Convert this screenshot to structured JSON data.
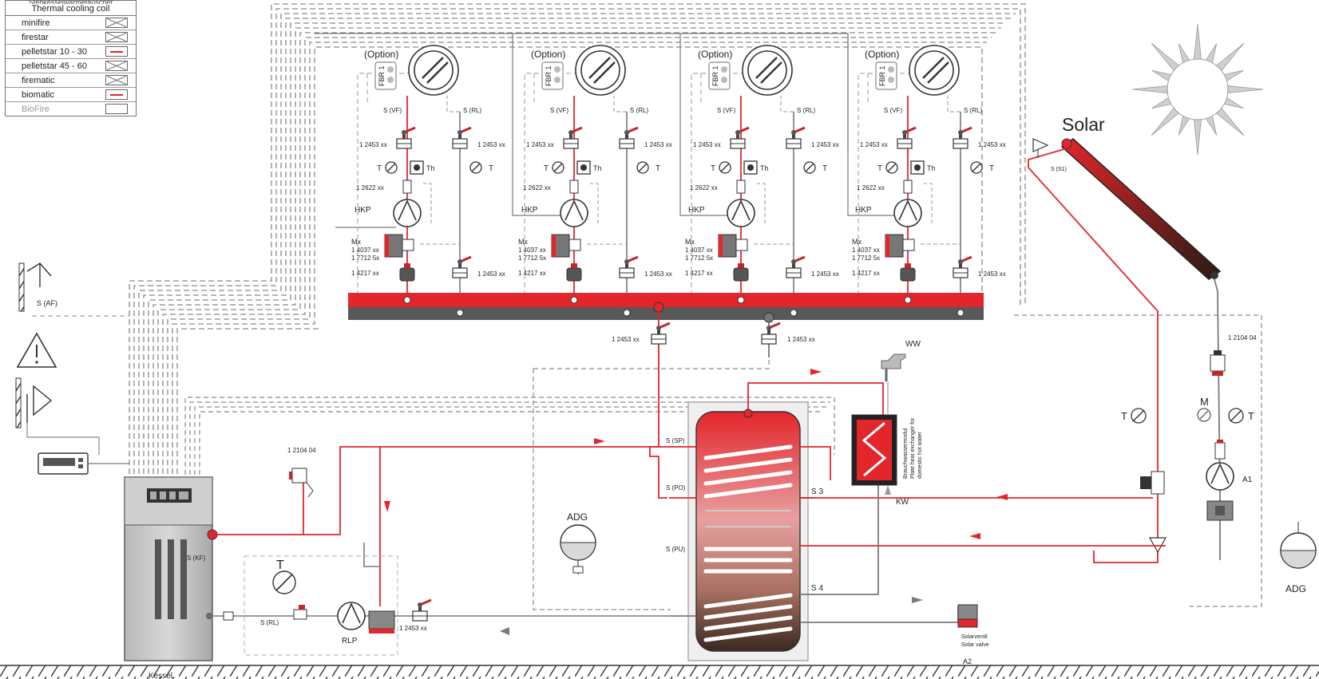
{
  "legend": {
    "header_cut": "Stehkesselwärmetauscher",
    "header": "Thermal cooling coil",
    "rows": [
      {
        "name": "minifire",
        "mark": "cross"
      },
      {
        "name": "firestar",
        "mark": "cross"
      },
      {
        "name": "pelletstar 10 - 30",
        "mark": "red-line"
      },
      {
        "name": "pelletstar 45 - 60",
        "mark": "cross"
      },
      {
        "name": "firematic",
        "mark": "cross"
      },
      {
        "name": "biomatic",
        "mark": "red-line"
      },
      {
        "name": "BioFire",
        "mark": "empty"
      }
    ]
  },
  "circuits": [
    {
      "option": "(Option)",
      "fbr": "FBR 1"
    },
    {
      "option": "(Option)",
      "fbr": "FBR 1"
    },
    {
      "option": "(Option)",
      "fbr": "FBR 1"
    },
    {
      "option": "(Option)",
      "fbr": "FBR 1"
    }
  ],
  "circuit_labels": {
    "s_vf": "S (VF)",
    "s_rl": "S (RL)",
    "valve": "1 2453 xx",
    "temp": "T",
    "thermostat": "Th",
    "check": "1 2622 xx",
    "pump": "HKP",
    "mixer": "Mx",
    "mixer_part1": "1 4037 xx",
    "mixer_part2": "1 7712 5x",
    "mixer_part3": "1 4217 xx"
  },
  "manifold_valves": [
    "1 2453 xx",
    "1 2453 xx"
  ],
  "solar": {
    "title": "Solar",
    "sensor": "S (S1)",
    "safety_valve": "1 2104 04",
    "manometer": "M",
    "temp_left": "T",
    "temp_right": "T",
    "pump": "A1",
    "expansion": "ADG"
  },
  "outdoor": {
    "sensor": "S (AF)"
  },
  "boiler": {
    "sensor_kf": "S (KF)",
    "sensor_rl": "S (RL)",
    "safety_valve": "1 2104 04",
    "return_temp": "T",
    "return_pump": "RLP",
    "valve": "1 2453 xx",
    "caption": "Kessel"
  },
  "storage": {
    "s_sp": "S (SP)",
    "s_po": "S (PO)",
    "s_pu": "S (PU)",
    "s3": "S 3",
    "s4": "S 4",
    "expansion": "ADG"
  },
  "dhw": {
    "ww": "WW",
    "kw": "KW",
    "module_de": "Brauchwassermodul",
    "module_en1": "Plate heat exchanger for",
    "module_en2": "domestic hot water"
  },
  "solar_valve": {
    "de": "Solarventil",
    "en": "Solar valve",
    "id": "A2"
  },
  "colors": {
    "supply": "#e3262b",
    "return": "#8c8c8c",
    "signal": "#999999",
    "manifold_red": "#e3262b",
    "manifold_dark": "#555555"
  }
}
